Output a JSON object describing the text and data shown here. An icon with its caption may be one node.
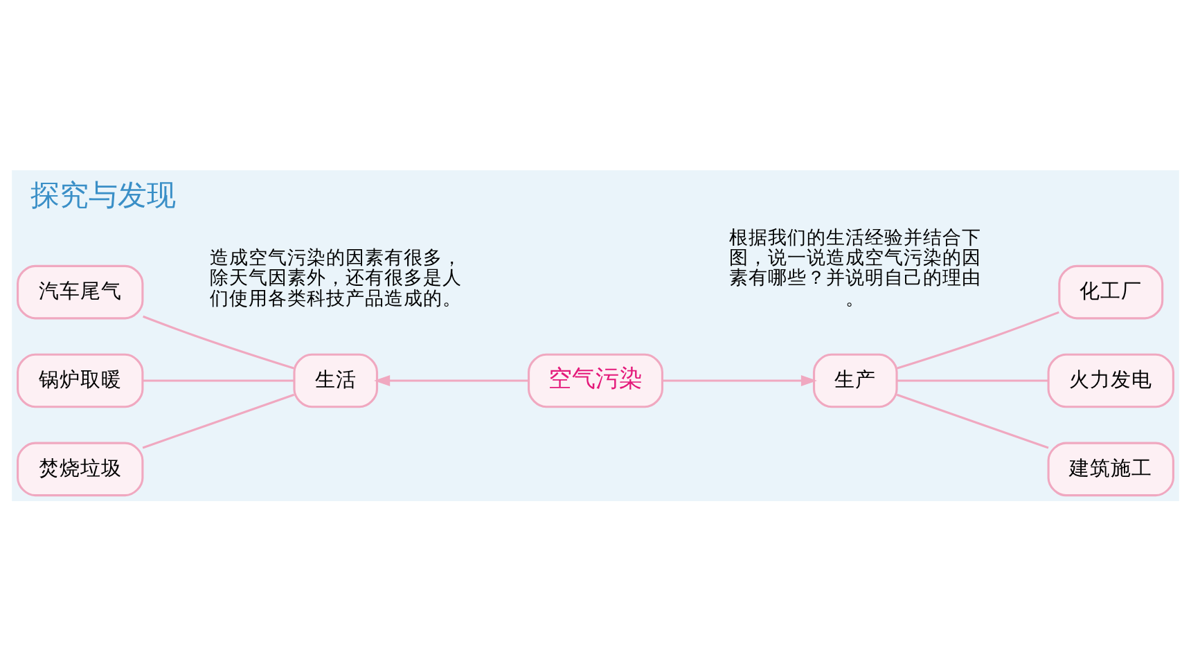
{
  "diagram": {
    "title": "探究与发现",
    "nodes": [
      {
        "text": [
          "空气污染"
        ]
      },
      {
        "text": [
          "生活"
        ]
      },
      {
        "text": [
          "生产"
        ]
      },
      {
        "text": [
          "汽车尾气"
        ]
      },
      {
        "text": [
          "锅炉取暖"
        ]
      },
      {
        "text": [
          "焚烧垃圾"
        ]
      },
      {
        "text": [
          "化工厂"
        ]
      },
      {
        "text": [
          "火力发电"
        ]
      },
      {
        "text": [
          "建筑施工"
        ]
      }
    ],
    "edges": [
      {
        "from": 0,
        "to": 1,
        "arrow": "to"
      },
      {
        "from": 0,
        "to": 2,
        "arrow": "to"
      },
      {
        "from": 1,
        "to": 3,
        "arrow": "none"
      },
      {
        "from": 1,
        "to": 4,
        "arrow": "none"
      },
      {
        "from": 1,
        "to": 5,
        "arrow": "none"
      },
      {
        "from": 2,
        "to": 6,
        "arrow": "none"
      },
      {
        "from": 2,
        "to": 7,
        "arrow": "none"
      },
      {
        "from": 2,
        "to": 8,
        "arrow": "none"
      }
    ],
    "labels": [
      "造成空气污染的因素有很多，除天气因素外，还有很多是人们使用各类科技产品造成的。",
      "根据我们的生活经验并结合下图，说一说造成空气污染的因素有哪些？并说明自己的理由。"
    ]
  }
}
